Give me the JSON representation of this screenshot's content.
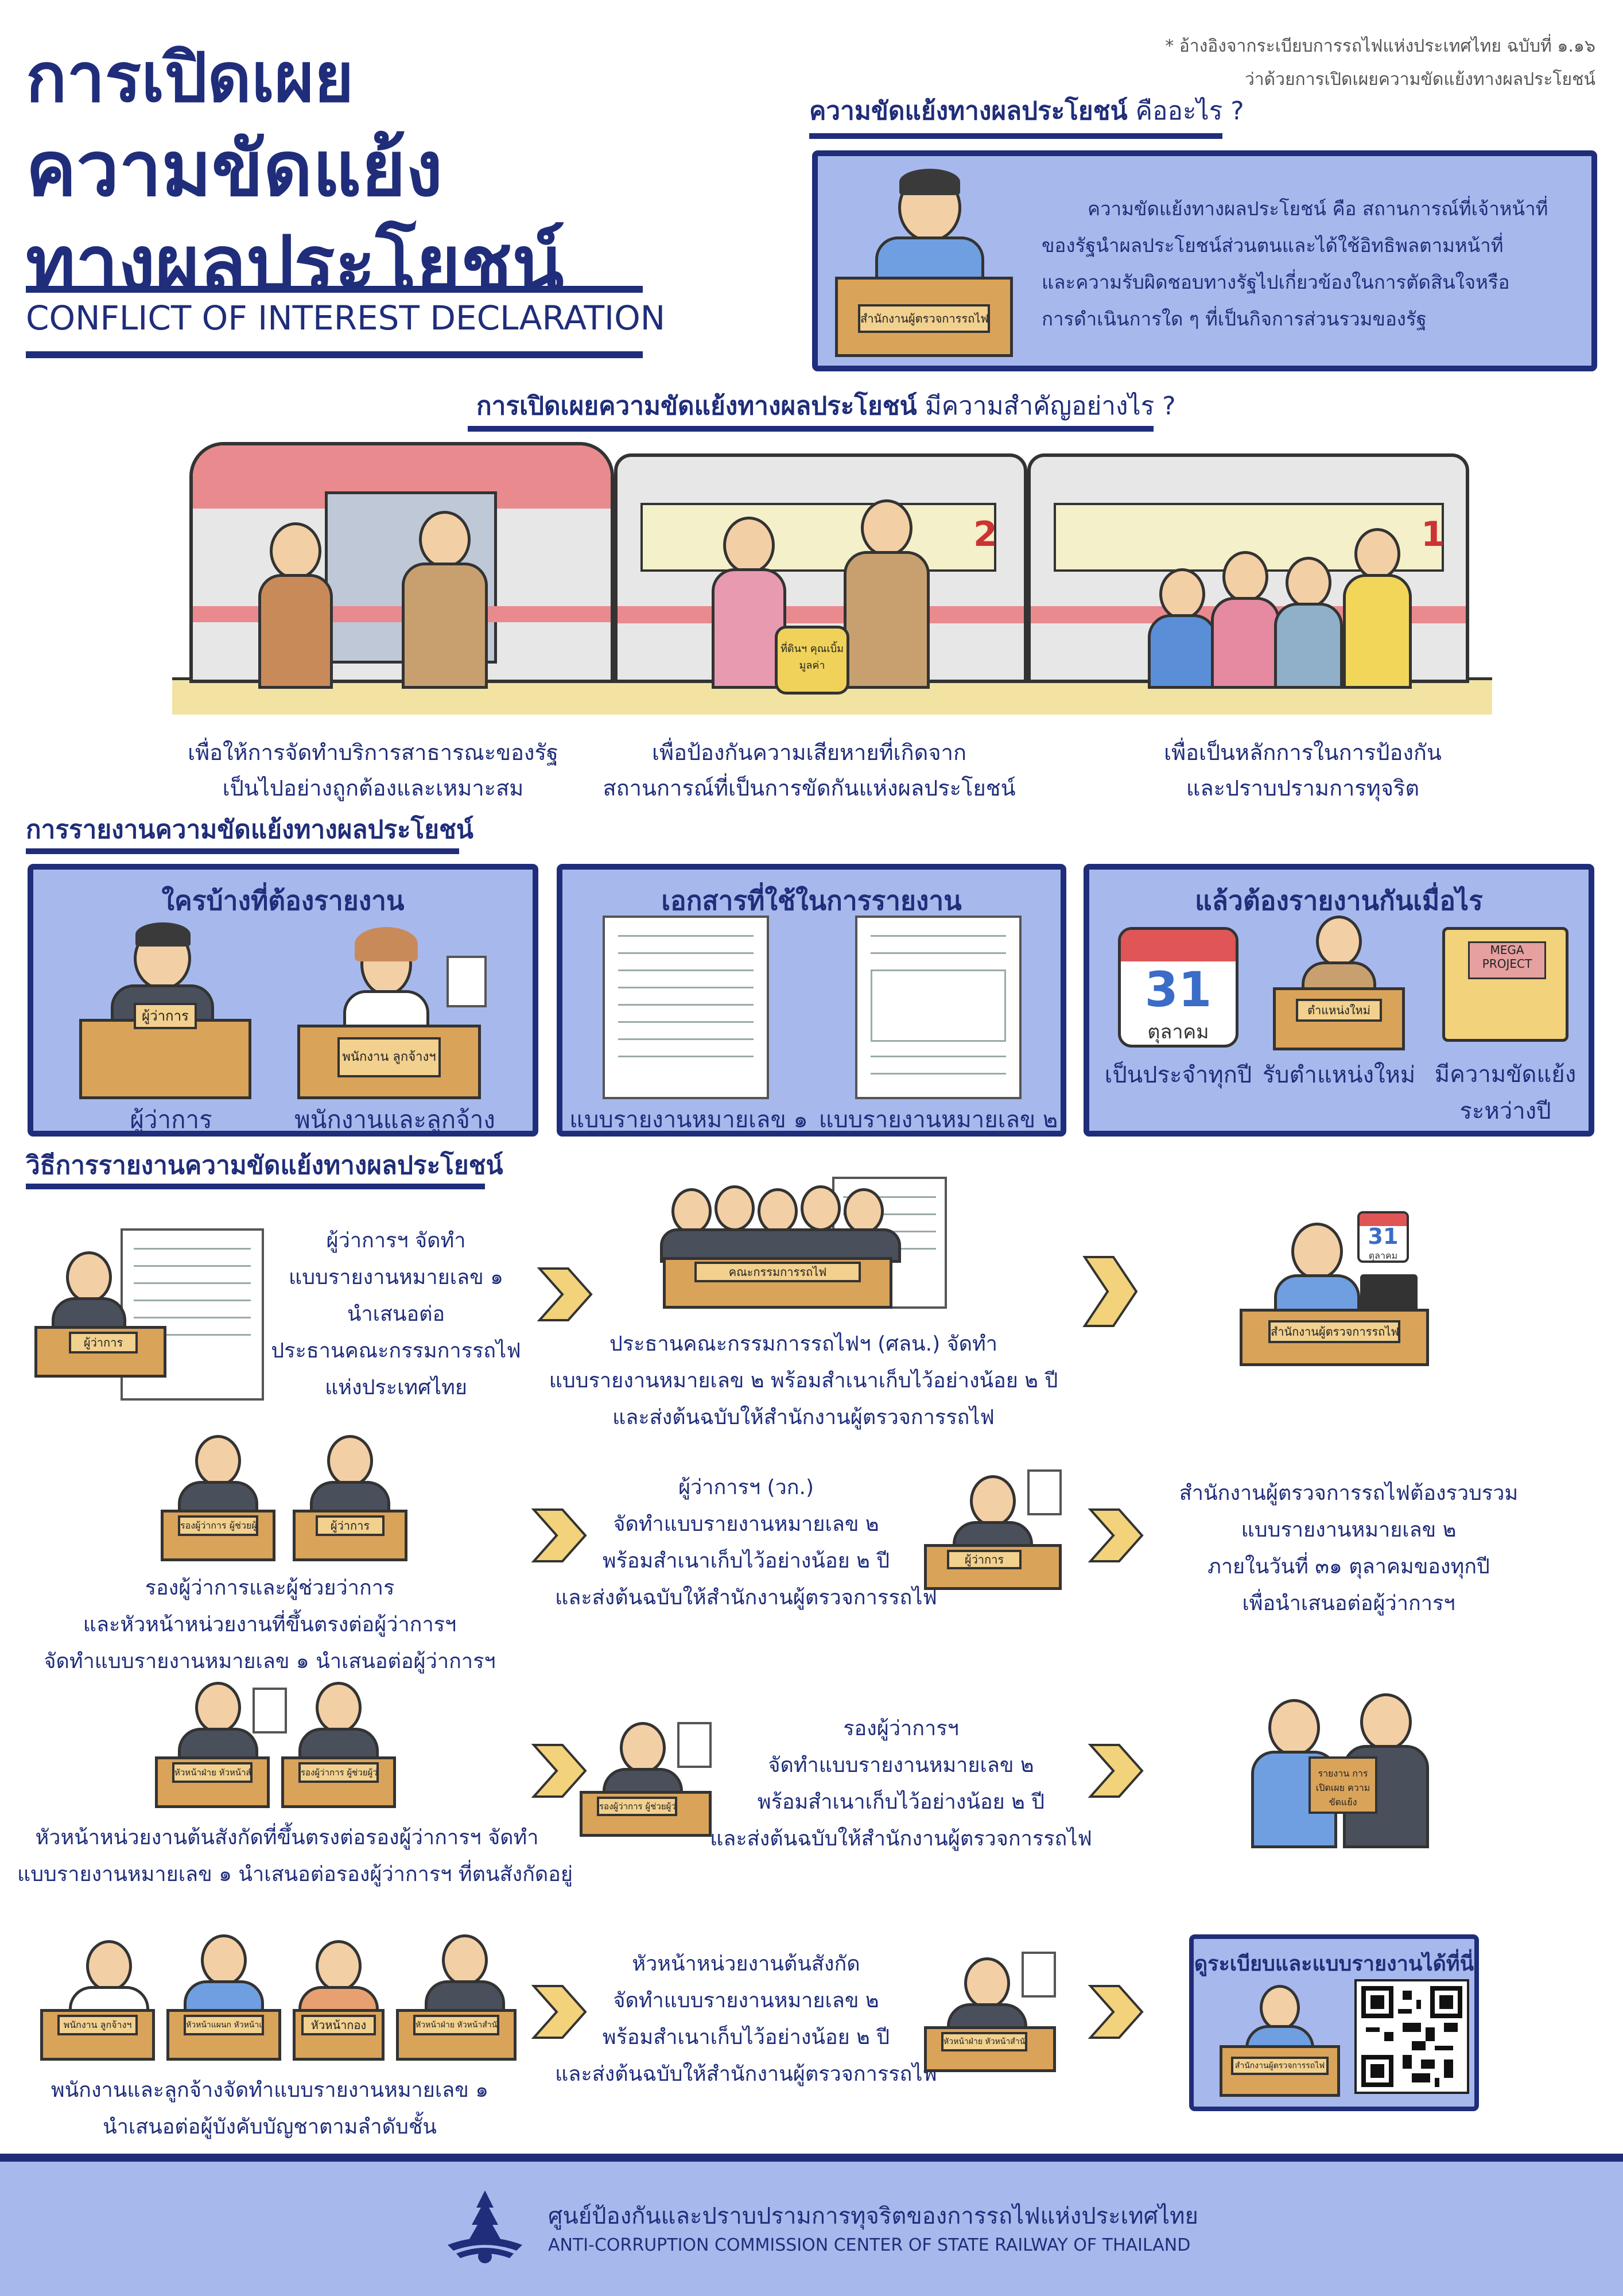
{
  "header": {
    "title_lines": [
      "การเปิดเผย",
      "ความขัดแย้ง",
      "ทางผลประโยชน์"
    ],
    "subtitle_en": "CONFLICT OF INTEREST DECLARATION",
    "reference_line1": "* อ้างอิงจากระเบียบการรถไฟแห่งประเทศไทย ฉบับที่ ๑.๑๖",
    "reference_line2": "ว่าด้วยการเปิดเผยความขัดแย้งทางผลประโยชน์"
  },
  "definition": {
    "heading_bold": "ความขัดแย้งทางผลประโยชน์",
    "heading_rest": " คืออะไร ?",
    "lines": [
      "ความขัดแย้งทางผลประโยชน์ คือ สถานการณ์ที่เจ้าหน้าที่",
      "ของรัฐนำผลประโยชน์ส่วนตนและได้ใช้อิทธิพลตามหน้าที่",
      "และความรับผิดชอบทางรัฐไปเกี่ยวข้องในการตัดสินใจหรือ",
      "การดำเนินการใด ๆ ที่เป็นกิจการส่วนรวมของรัฐ"
    ],
    "plate_label": "สำนักงานผู้ตรวจการรถไฟ"
  },
  "importance": {
    "heading_bold": "การเปิดเผยความขัดแย้งทางผลประโยชน์",
    "heading_rest": " มีความสำคัญอย่างไร ?",
    "train_numbers": [
      "2",
      "1"
    ],
    "bag_label": "ที่ดินฯ คุณเบิ้ม มูลค่า",
    "captions": [
      [
        "เพื่อให้การจัดทำบริการสาธารณะของรัฐ",
        "เป็นไปอย่างถูกต้องและเหมาะสม"
      ],
      [
        "เพื่อป้องกันความเสียหายที่เกิดจาก",
        "สถานการณ์ที่เป็นการขัดกันแห่งผลประโยชน์"
      ],
      [
        "เพื่อเป็นหลักการในการป้องกัน",
        "และปราบปรามการทุจริต"
      ]
    ]
  },
  "reporting": {
    "heading": "การรายงานความขัดแย้งทางผลประโยชน์",
    "who": {
      "title": "ใครบ้างที่ต้องรายงาน",
      "labels": [
        "ผู้ว่าการ",
        "พนักงานและลูกจ้าง"
      ],
      "plates": [
        "ผู้ว่าการ",
        "พนักงาน ลูกจ้างฯ"
      ]
    },
    "docs": {
      "title": "เอกสารที่ใช้ในการรายงาน",
      "labels": [
        "แบบรายงานหมายเลข ๑",
        "แบบรายงานหมายเลข ๒"
      ]
    },
    "when": {
      "title": "แล้วต้องรายงานกันเมื่อไร",
      "calendar_day": "31",
      "calendar_month": "ตุลาคม",
      "plate": "ตำแหน่งใหม่",
      "project_sign": "MEGA PROJECT",
      "labels": [
        "เป็นประจำทุกปี",
        "รับตำแหน่งใหม่",
        "มีความขัดแย้ง",
        "ระหว่างปี"
      ]
    }
  },
  "methods": {
    "heading": "วิธีการรายงานความขัดแย้งทางผลประโยชน์",
    "row1": {
      "left_text": [
        "ผู้ว่าการฯ จัดทำ",
        "แบบรายงานหมายเลข ๑",
        "นำเสนอต่อ",
        "ประธานคณะกรรมการรถไฟ",
        "แห่งประเทศไทย"
      ],
      "mid_text": [
        "ประธานคณะกรรมการรถไฟฯ (ศลน.) จัดทำ",
        "แบบรายงานหมายเลข ๒ พร้อมสำเนาเก็บไว้อย่างน้อย ๒ ปี",
        "และส่งต้นฉบับให้สำนักงานผู้ตรวจการรถไฟ"
      ],
      "plate_governor": "ผู้ว่าการ",
      "plate_board": "คณะกรรมการรถไฟ",
      "plate_office": "สำนักงานผู้ตรวจการรถไฟ",
      "calendar_day": "31",
      "calendar_month": "ตุลาคม"
    },
    "row2": {
      "left_text": [
        "รองผู้ว่าการและผู้ช่วยว่าการ",
        "และหัวหน้าหน่วยงานที่ขึ้นตรงต่อผู้ว่าการฯ",
        "จัดทำแบบรายงานหมายเลข ๑ นำเสนอต่อผู้ว่าการฯ"
      ],
      "mid_text": [
        "ผู้ว่าการฯ (วก.)",
        "จัดทำแบบรายงานหมายเลข ๒",
        "พร้อมสำเนาเก็บไว้อย่างน้อย ๒ ปี",
        "และส่งต้นฉบับให้สำนักงานผู้ตรวจการรถไฟ"
      ],
      "right_text": [
        "สำนักงานผู้ตรวจการรถไฟต้องรวบรวม",
        "แบบรายงานหมายเลข ๒",
        "ภายในวันที่ ๓๑ ตุลาคมของทุกปี",
        "เพื่อนำเสนอต่อผู้ว่าการฯ"
      ],
      "plates": [
        "รองผู้ว่าการ ผู้ช่วยผู้ว่าการ",
        "ผู้ว่าการ",
        "ผู้ว่าการ"
      ]
    },
    "row3": {
      "left_text": [
        "หัวหน้าหน่วยงานต้นสังกัดที่ขึ้นตรงต่อรองผู้ว่าการฯ จัดทำ",
        "แบบรายงานหมายเลข ๑ นำเสนอต่อรองผู้ว่าการฯ ที่ตนสังกัดอยู่"
      ],
      "mid_text": [
        "รองผู้ว่าการฯ",
        "จัดทำแบบรายงานหมายเลข ๒",
        "พร้อมสำเนาเก็บไว้อย่างน้อย ๒ ปี",
        "และส่งต้นฉบับให้สำนักงานผู้ตรวจการรถไฟ"
      ],
      "plates": [
        "หัวหน้าฝ่าย หัวหน้าสำนักงาน",
        "รองผู้ว่าการ ผู้ช่วยผู้ว่าการ",
        "รองผู้ว่าการ ผู้ช่วยผู้ว่าการ"
      ],
      "folder_label": "รายงาน การเปิดเผย ความขัดแย้ง"
    },
    "row4": {
      "left_text": [
        "พนักงานและลูกจ้างจัดทำแบบรายงานหมายเลข ๑",
        "นำเสนอต่อผู้บังคับบัญชาตามลำดับชั้น"
      ],
      "mid_text": [
        "หัวหน้าหน่วยงานต้นสังกัด",
        "จัดทำแบบรายงานหมายเลข ๒",
        "พร้อมสำเนาเก็บไว้อย่างน้อย ๒ ปี",
        "และส่งต้นฉบับให้สำนักงานผู้ตรวจการรถไฟ"
      ],
      "plates": [
        "พนักงาน ลูกจ้างฯ",
        "หัวหน้าแผนก หัวหน้าแผนก",
        "หัวหน้ากอง",
        "หัวหน้าฝ่าย หัวหน้าสำนักงาน",
        "หัวหน้าฝ่าย หัวหน้าสำนักงาน"
      ],
      "qr_title": "ดูระเบียบและแบบรายงานได้ที่นี่",
      "qr_plate": "สำนักงานผู้ตรวจการรถไฟ"
    }
  },
  "footer": {
    "org_th": "ศูนย์ป้องกันและปราบปรามการทุจริตของการรถไฟแห่งประเทศไทย",
    "org_en": "ANTI-CORRUPTION COMMISSION CENTER OF STATE RAILWAY OF THAILAND"
  },
  "colors": {
    "navy": "#1f2d7a",
    "panel_blue": "#a7b9ec",
    "chevron_yellow": "#f2d27a",
    "footer_blue": "#a7b9ec"
  }
}
